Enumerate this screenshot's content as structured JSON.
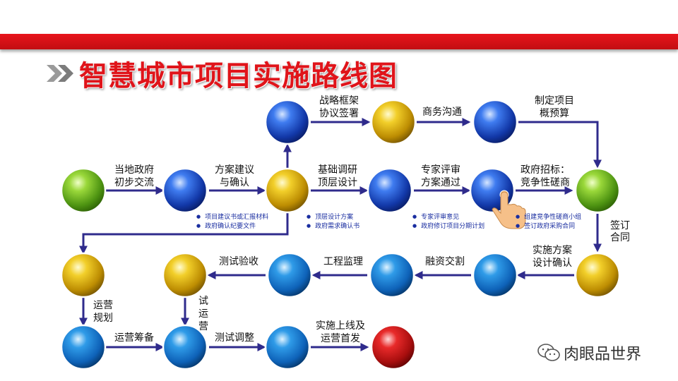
{
  "title": "智慧城市项目实施路线图",
  "labels": {
    "n1": [
      "当地政府",
      "初步交流"
    ],
    "n2": [
      "方案建议",
      "与确认"
    ],
    "n3": [
      "基础调研",
      "顶层设计"
    ],
    "n4": [
      "专家评审",
      "方案通过"
    ],
    "n5": [
      "政府招标：",
      "竞争性磋商"
    ],
    "t1": [
      "战略框架",
      "协议签署"
    ],
    "t2": [
      "商务沟通"
    ],
    "t3": [
      "制定项目",
      "概预算"
    ],
    "sign": [
      "签",
      "订",
      "合",
      "同"
    ],
    "r2a": [
      "实施方案",
      "设计确认"
    ],
    "r2b": [
      "融资交割"
    ],
    "r2c": [
      "工程监理"
    ],
    "r2d": [
      "测试验收"
    ],
    "trial": [
      "试",
      "运",
      "营"
    ],
    "plan": [
      "运营",
      "规划"
    ],
    "r3a": [
      "运营筹备"
    ],
    "r3b": [
      "测试调整"
    ],
    "r3c": [
      "实施上线及",
      "运营首发"
    ]
  },
  "notes": {
    "a": [
      "项目建议书或汇报材料",
      "政府确认纪要文件"
    ],
    "b": [
      "顶层设计方案",
      "政府需求确认书"
    ],
    "c": [
      "专家评审意见",
      "政府修订项目分期计划"
    ],
    "d": [
      "组建竞争性磋商小组",
      "签订政府采购合同"
    ]
  },
  "watermark": "肉眼品世界",
  "colors": {
    "accent_red": "#e0141a",
    "arrow": "#2f2b8c",
    "note_text": "#1a2ea0",
    "node_green": "#6bb51e",
    "node_blue": "#1f4fc8",
    "node_yellow": "#e2b406",
    "node_cyan": "#1b7fd6",
    "node_red": "#d01818"
  },
  "icons": [
    "double-chevron-icon",
    "pointing-hand-icon",
    "wechat-icon"
  ]
}
